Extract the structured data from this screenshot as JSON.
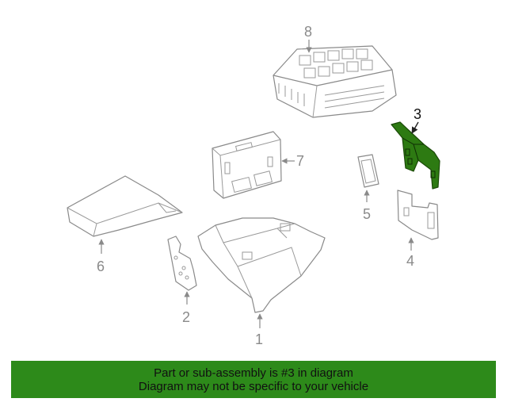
{
  "callouts": {
    "c1": "1",
    "c2": "2",
    "c3": "3",
    "c4": "4",
    "c5": "5",
    "c6": "6",
    "c7": "7",
    "c8": "8"
  },
  "highlighted_part": "3",
  "colors": {
    "highlight": "#2d7a12",
    "banner": "#2d8a1a",
    "line": "#8a8a8a"
  },
  "banner": {
    "line1": "Part or sub-assembly is #3 in diagram",
    "line2": "Diagram may not be specific to your vehicle"
  }
}
